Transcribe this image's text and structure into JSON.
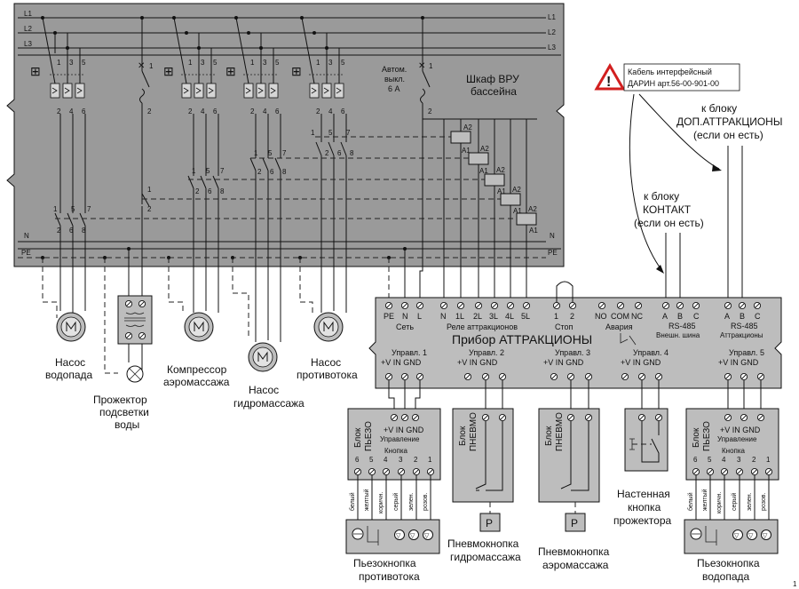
{
  "colors": {
    "cabinet_fill": "#9a9a9a",
    "device_fill": "#bdbdbd",
    "line": "#111111",
    "warning_red": "#d21f1f",
    "background": "#ffffff"
  },
  "icons": {
    "warning": "warning-triangle-icon",
    "motor": "motor-icon",
    "lamp": "lamp-icon",
    "transformer": "transformer-icon",
    "terminal": "terminal-screw-icon"
  },
  "buses": {
    "l1": "L1",
    "l2": "L2",
    "l3": "L3",
    "n": "N",
    "pe": "PE"
  },
  "cabinet": {
    "title1": "Шкаф ВРУ",
    "title2": "бассейна"
  },
  "automat": {
    "line1": "Автом.",
    "line2": "выкл.",
    "line3": "6 А"
  },
  "breaker_pins_top": [
    "1",
    "3",
    "5"
  ],
  "breaker_pins_bottom": [
    "2",
    "4",
    "6"
  ],
  "contact_pins": [
    "1",
    "5",
    "7"
  ],
  "contact_pins_bottom": [
    "2",
    "6",
    "8"
  ],
  "single_pin_top": "1",
  "single_pin_bottom": "2",
  "coil": {
    "a1": "A1",
    "a2": "A2"
  },
  "cable_note": {
    "line1": "Кабель интерфейсный",
    "line2": "ДАРИН арт.56-00-901-00"
  },
  "to_dop": {
    "line1": "к блоку",
    "line2": "ДОП.АТТРАКЦИОНЫ",
    "line3": "(если он есть)"
  },
  "to_kontakt": {
    "line1": "к блоку",
    "line2": "КОНТАКТ",
    "line3": "(если он есть)"
  },
  "device": {
    "title": "Прибор АТТРАКЦИОНЫ",
    "set_pins": [
      "PE",
      "N",
      "L"
    ],
    "set_label": "Сеть",
    "relay_pins": [
      "N",
      "1L",
      "2L",
      "3L",
      "4L",
      "5L"
    ],
    "relay_label": "Реле аттракционов",
    "stop_pins": [
      "1",
      "2"
    ],
    "stop_label": "Стоп",
    "alarm_pins": [
      "NO",
      "COM",
      "NC"
    ],
    "alarm_label": "Авария",
    "ext_pins": [
      "A",
      "B",
      "C"
    ],
    "ext_label1": "RS-485",
    "ext_label2": "Внешн. шина",
    "attr_pins": [
      "A",
      "B",
      "C"
    ],
    "attr_label1": "RS-485",
    "attr_label2": "Аттракционы",
    "controls": [
      {
        "label": "Управл. 1",
        "pins": "+V  IN  GND"
      },
      {
        "label": "Управл. 2",
        "pins": "+V  IN  GND"
      },
      {
        "label": "Управл. 3",
        "pins": "+V  IN  GND"
      },
      {
        "label": "Управл. 4",
        "pins": "+V  IN  GND"
      },
      {
        "label": "Управл. 5",
        "pins": "+V  IN  GND"
      }
    ]
  },
  "piezo_block": {
    "name_line1": "Блок",
    "name_line2": "ПЬЕЗО",
    "pins": "+V  IN  GND",
    "control": "Управление",
    "button": "Кнопка",
    "button_pins": [
      "6",
      "5",
      "4",
      "3",
      "2",
      "1"
    ],
    "wires": [
      "белый",
      "желтый",
      "коричн.",
      "серый",
      "зелен.",
      "розов."
    ]
  },
  "pneumo_block": {
    "name_line1": "Блок",
    "name_line2": "ПНЕВМО",
    "p": "P"
  },
  "loads": {
    "pump_waterfall": {
      "line1": "Насос",
      "line2": "водопада"
    },
    "projector": {
      "line1": "Прожектор",
      "line2": "подсветки",
      "line3": "воды"
    },
    "compressor": {
      "line1": "Компрессор",
      "line2": "аэромассажа"
    },
    "pump_hydro": {
      "line1": "Насос",
      "line2": "гидромассажа"
    },
    "pump_counter": {
      "line1": "Насос",
      "line2": "противотока"
    }
  },
  "motor_letter": "M",
  "bottom_labels": {
    "piezo_counter": {
      "line1": "Пьезокнопка",
      "line2": "противотока"
    },
    "pneumo_hydro": {
      "line1": "Пневмокнопка",
      "line2": "гидромассажа"
    },
    "pneumo_aero": {
      "line1": "Пневмокнопка",
      "line2": "аэромассажа"
    },
    "wall_button": {
      "line1": "Настенная",
      "line2": "кнопка",
      "line3": "прожектора"
    },
    "piezo_waterfall": {
      "line1": "Пьезокнопка",
      "line2": "водопада"
    }
  },
  "page_number": "1"
}
